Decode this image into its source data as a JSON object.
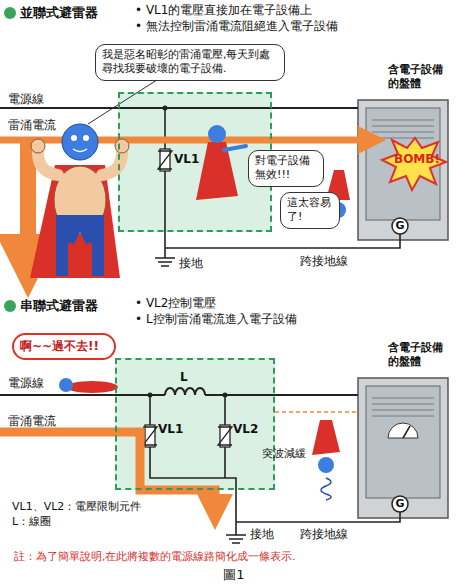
{
  "diagram": {
    "caption": "圖1",
    "nodes": [
      {
        "text": [
          "我是惡名昭彰的雷涌電壓,每天到處尋找我要破壞的電子設備."
        ]
      },
      {
        "text": [
          "含電子設備的盤體"
        ]
      },
      {
        "text": [
          "VL1"
        ]
      },
      {
        "text": [
          "對電子設備無效!!!"
        ]
      },
      {
        "text": [
          "這太容易了!"
        ]
      },
      {
        "text": [
          "啊~~過不去!!"
        ]
      },
      {
        "text": [
          "L",
          "VL1",
          "VL2"
        ]
      },
      {
        "text": [
          "含電子設備的盤體"
        ]
      }
    ],
    "labels": [
      "並聯式避雷器",
      "• VL1的電壓直接加在電子設備上",
      "• 無法控制雷涌電流阻絕進入電子設備",
      "電源線",
      "雷涌電流",
      "BOMB!",
      "G",
      "跨接地線",
      "接地",
      "串聯式避雷器",
      "• VL2控制電壓",
      "• L控制雷涌電流進入電子設備",
      "電源線",
      "雷涌電流",
      "突波減緩",
      "G",
      "VL1、VL2：電壓限制元件",
      "L：線圈",
      "接地",
      "跨接地線",
      "註：為了簡單說明,在此將複數的電源線路簡化成一條表示."
    ]
  }
}
